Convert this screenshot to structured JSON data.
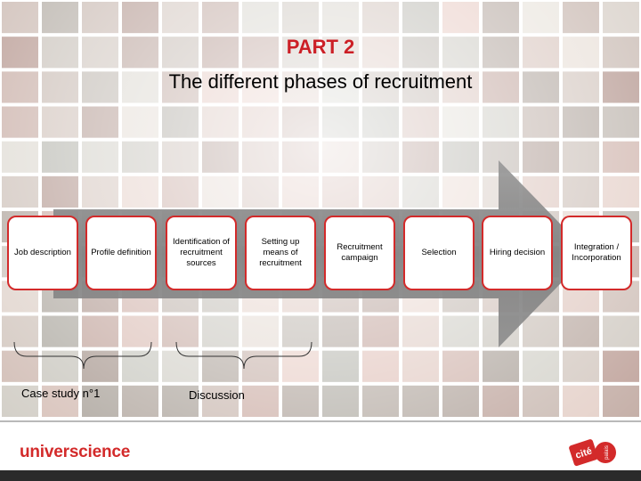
{
  "slide": {
    "title_line1": "PART 2",
    "title_line2": "The different phases of recruitment"
  },
  "phases": [
    "Job description",
    "Profile definition",
    "Identification of recruitment sources",
    "Setting up means of recruitment",
    "Recruitment campaign",
    "Selection",
    "Hiring decision",
    "Integration / Incorporation"
  ],
  "groups": {
    "group1_label": "Case study n°1",
    "group2_label": "Discussion"
  },
  "footer": {
    "brand": "universcience",
    "logo_lettering": "cité / palais"
  },
  "colors": {
    "accent": "#d32a2a",
    "arrow": "#8a8a8a",
    "title_red": "#cc1f26"
  }
}
